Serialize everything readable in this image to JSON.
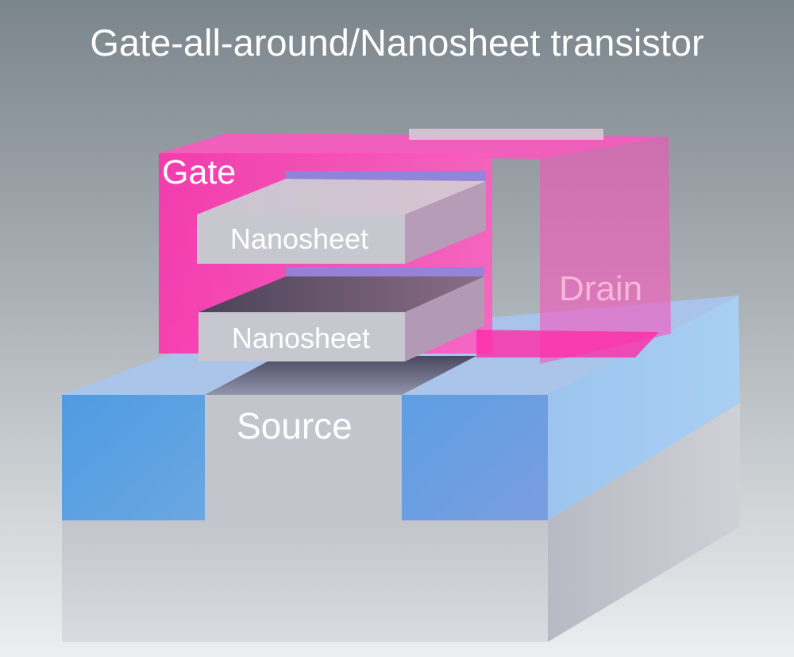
{
  "title": "Gate-all-around/Nanosheet transistor",
  "labels": {
    "gate": "Gate",
    "nanosheet_upper": "Nanosheet",
    "nanosheet_lower": "Nanosheet",
    "drain": "Drain",
    "source": "Source"
  },
  "colors": {
    "background_top": "#7b858c",
    "background_bottom": "#eceef0",
    "gate": "#ff3fb3",
    "source_drain": "#5aa8e8",
    "nanosheet": "#c9c9d3",
    "substrate": "#c6c8ce",
    "text": "#ffffff",
    "drain_text": "#f6b7da"
  }
}
